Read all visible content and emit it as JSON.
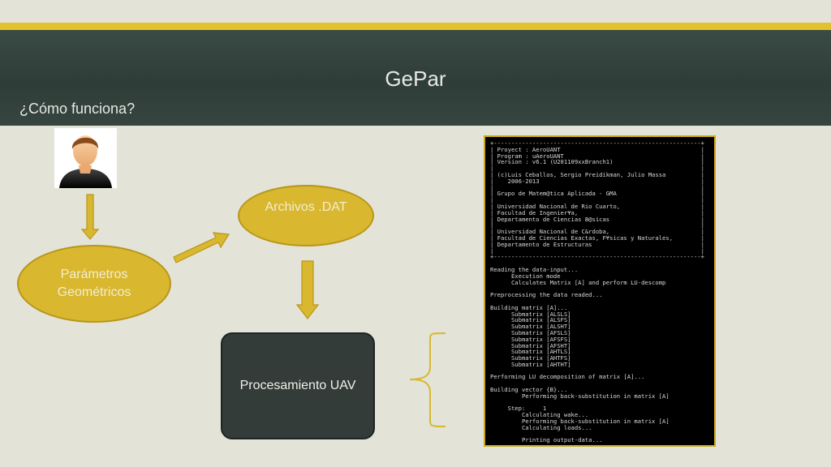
{
  "slide": {
    "title": "GePar",
    "subtitle": "¿Cómo funciona?"
  },
  "nodes": {
    "parametros": [
      "Parámetros",
      "Geométricos"
    ],
    "archivos": "Archivos .DAT",
    "procesamiento": "Procesamiento UAV"
  },
  "colors": {
    "accent_gold": "#e2c02e",
    "ellipse_fill": "#d9b82f",
    "header_bg": "#34433e",
    "box_fill": "#333c38",
    "background": "#e3e3d8"
  },
  "icons": {
    "avatar": "user-avatar-icon"
  },
  "terminal": {
    "lines": [
      "+-----------------------------------------------------------+",
      "| Proyect : AeroUANT                                        |",
      "| Program : uAeroUANT                                       |",
      "| Version : v6.1 (U201109xxBranch1)                         |",
      "|                                                           |",
      "| (c)Luis Ceballos, Sergio Preidikman, Julio Massa          |",
      "|    2006-2013                                              |",
      "|                                                           |",
      "| Grupo de Matem@tica Aplicada - GMA                        |",
      "|                                                           |",
      "| Universidad Nacional de Rio Cuarto,                       |",
      "| Facultad de Ingenier¥a,                                   |",
      "| Departamento de Ciencias B@sicas                          |",
      "|                                                           |",
      "| Universidad Nacional de C&rdoba,                          |",
      "| Facultad de Ciencias Exactas, F¥sicas y Naturales,        |",
      "| Departamento de Estructuras                               |",
      "|                                                           |",
      "+-----------------------------------------------------------+",
      "",
      "Reading the data-input...",
      "      Execution mode",
      "      Calculates Matrix [A] and perform LU-descomp",
      "",
      "Preprocessing the data readed...",
      "",
      "Building matrix [A]...",
      "      Submatrix [ALSLS]",
      "      Submatrix [ALSFS]",
      "      Submatrix [ALSHT]",
      "      Submatrix [AFSLS]",
      "      Submatrix [AFSFS]",
      "      Submatrix [AFSHT]",
      "      Submatrix [AHTLS]",
      "      Submatrix [AHTFS]",
      "      Submatrix [AHTHT]",
      "",
      "Performing LU decomposition of matrix [A]...",
      "",
      "Building vector {B}...",
      "         Performing back-substitution in matrix [A]",
      "",
      "     Step:     1",
      "         Calculating wake...",
      "         Performing back-substitution in matrix [A]",
      "         Calculating loads...",
      "",
      "         Printing output-data..."
    ]
  }
}
